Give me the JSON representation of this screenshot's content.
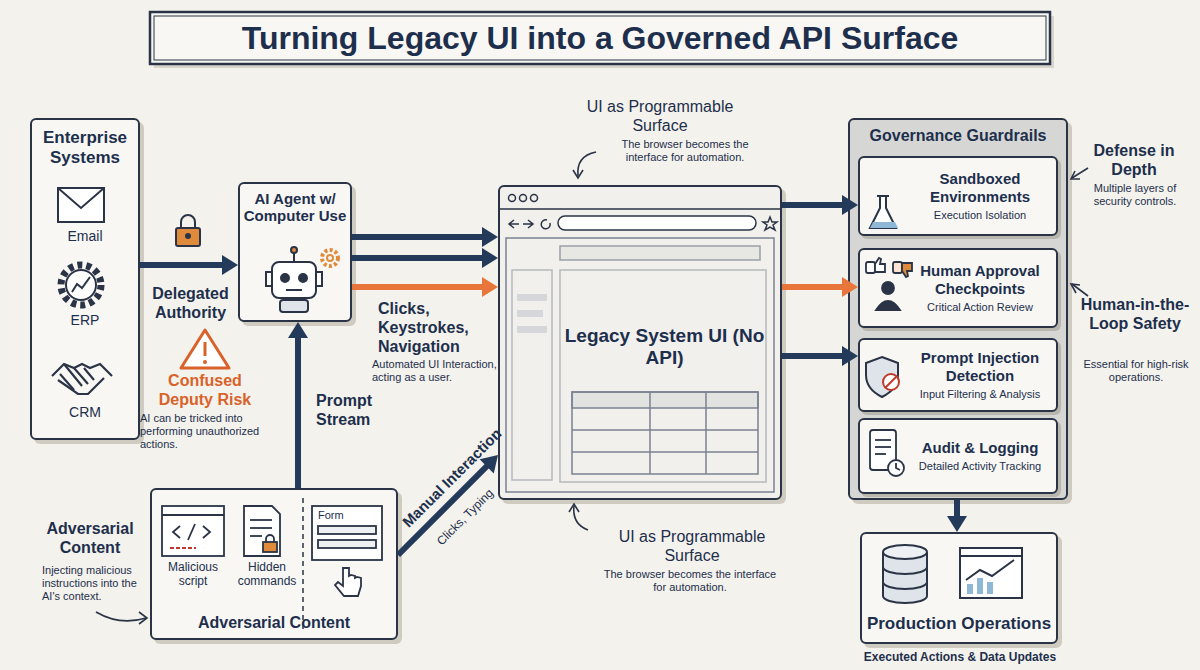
{
  "diagram": {
    "title": "Turning Legacy UI into a Governed API Surface",
    "nodes": [
      {
        "text": [
          "Enterprise Systems"
        ]
      },
      {
        "text": [
          "AI Agent w/ Computer Use"
        ]
      },
      {
        "text": [
          "Legacy System UI (No API)"
        ]
      },
      {
        "text": [
          "Governance Guardrails"
        ]
      },
      {
        "text": [
          "Sandboxed Environments",
          "Execution Isolation"
        ],
        "in": 3
      },
      {
        "text": [
          "Human Approval Checkpoints",
          "Critical Action Review"
        ],
        "in": 3
      },
      {
        "text": [
          "Prompt Injection Detection",
          "Input Filtering & Analysis"
        ],
        "in": 3
      },
      {
        "text": [
          "Audit & Logging",
          "Detailed Activity Tracking"
        ],
        "in": 3
      },
      {
        "text": [
          "Production Operations"
        ]
      },
      {
        "text": [
          "Adversarial Content"
        ]
      }
    ],
    "edges": [
      {
        "from": 0,
        "to": 1,
        "label": "Delegated Authority",
        "arrow": "to"
      },
      {
        "from": 1,
        "to": 2,
        "arrow": "to"
      },
      {
        "from": 1,
        "to": 2,
        "arrow": "to"
      },
      {
        "from": 1,
        "to": 2,
        "label": "Clicks, Keystrokes, Navigation",
        "arrow": "to"
      },
      {
        "from": 9,
        "to": 1,
        "label": "Prompt Stream",
        "arrow": "to"
      },
      {
        "from": 9,
        "to": 2,
        "label": "Manual Interaction",
        "arrow": "to"
      },
      {
        "from": 2,
        "to": 4,
        "arrow": "to"
      },
      {
        "from": 2,
        "to": 5,
        "arrow": "to"
      },
      {
        "from": 2,
        "to": 6,
        "arrow": "to"
      },
      {
        "from": 3,
        "to": 8,
        "arrow": "to"
      }
    ],
    "labels": [
      "Email",
      "ERP",
      "CRM",
      "Confused Deputy Risk",
      "AI can be tricked into performing unauthorized actions.",
      "Adversarial Content",
      "Injecting malicious instructions into the AI's context.",
      "Malicious script",
      "Hidden commands",
      "Form",
      "UI as Programmable Surface",
      "The browser becomes the interface for automation.",
      "Automated UI Interaction, acting as a user.",
      "Clicks, Typing",
      "UI as Programmable Surface",
      "The browser becomes the interface for automation.",
      "Defense in Depth",
      "Multiple layers of security controls.",
      "Human-in-the-Loop Safety",
      "Essential for high-risk operations.",
      "Executed Actions & Data Updates"
    ]
  }
}
